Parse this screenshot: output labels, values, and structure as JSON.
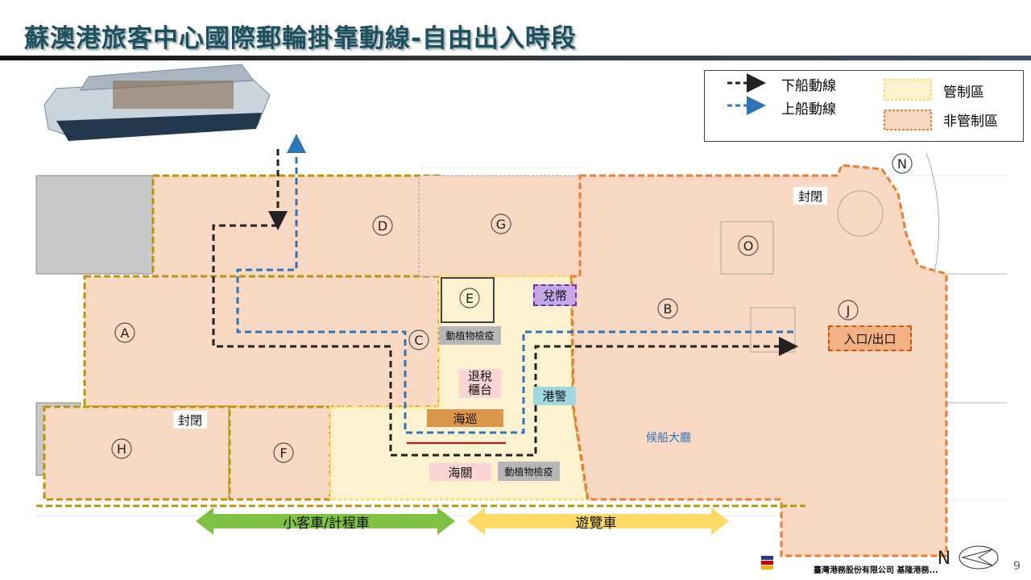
{
  "title": "蘇澳港旅客中心國際郵輪掛靠動線-自由出入時段",
  "legend": {
    "disembark": "下船動線",
    "embark": "上船動線",
    "controlled": "管制區",
    "non_controlled": "非管制區"
  },
  "colors": {
    "disembark": "#222222",
    "embark": "#2e75b6",
    "controlled_fill": "#fdf2d0",
    "non_controlled_fill": "#f9d9c4",
    "controlled_border": "#b8960c",
    "non_controlled_border": "#ed7d31"
  },
  "zones": [
    "A",
    "B",
    "C",
    "D",
    "E",
    "F",
    "G",
    "H",
    "J",
    "O"
  ],
  "north": "N",
  "labels": {
    "exchange": "兌幣",
    "entrance": "入口/出口",
    "quarantine1": "動植物檢疫",
    "tax_refund_1": "退稅",
    "tax_refund_2": "櫃台",
    "police": "港警",
    "coast_guard": "海巡",
    "customs": "海關",
    "quarantine2": "動植物檢疫",
    "closed1": "封閉",
    "closed2": "封閉",
    "hall": "候船大廳"
  },
  "bottom": {
    "car": "小客車/計程車",
    "bus": "遊覽車"
  },
  "footer": {
    "company": "臺灣港務股份有限公司 基隆港務...",
    "logo": "TIPC"
  },
  "page_number": "9"
}
